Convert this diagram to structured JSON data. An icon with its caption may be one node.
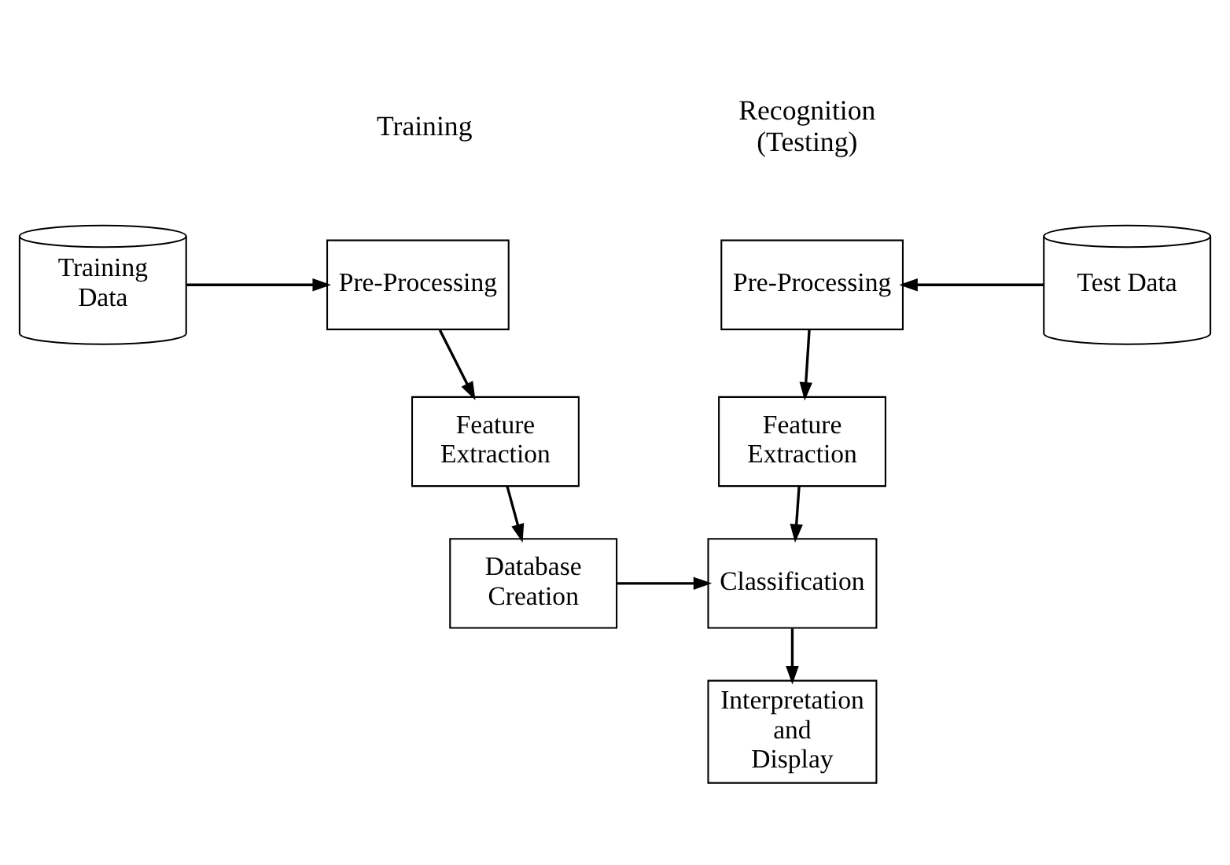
{
  "diagram": {
    "nodes": [
      {
        "text": [
          "Training Data"
        ]
      },
      {
        "text": [
          "Pre-Processing"
        ]
      },
      {
        "text": [
          "Feature Extraction"
        ]
      },
      {
        "text": [
          "Database Creation"
        ]
      },
      {
        "text": [
          "Pre-Processing"
        ]
      },
      {
        "text": [
          "Test Data"
        ]
      },
      {
        "text": [
          "Feature Extraction"
        ]
      },
      {
        "text": [
          "Classification"
        ]
      },
      {
        "text": [
          "Interpretation and Display"
        ]
      }
    ],
    "edges": [
      {
        "from": 0,
        "to": 1,
        "arrow": "to"
      },
      {
        "from": 1,
        "to": 2,
        "arrow": "to"
      },
      {
        "from": 2,
        "to": 3,
        "arrow": "to"
      },
      {
        "from": 3,
        "to": 7,
        "arrow": "to"
      },
      {
        "from": 5,
        "to": 4,
        "arrow": "to"
      },
      {
        "from": 4,
        "to": 6,
        "arrow": "to"
      },
      {
        "from": 6,
        "to": 7,
        "arrow": "to"
      },
      {
        "from": 7,
        "to": 8,
        "arrow": "to"
      }
    ],
    "labels": [
      "Training",
      "Recognition (Testing)"
    ]
  }
}
